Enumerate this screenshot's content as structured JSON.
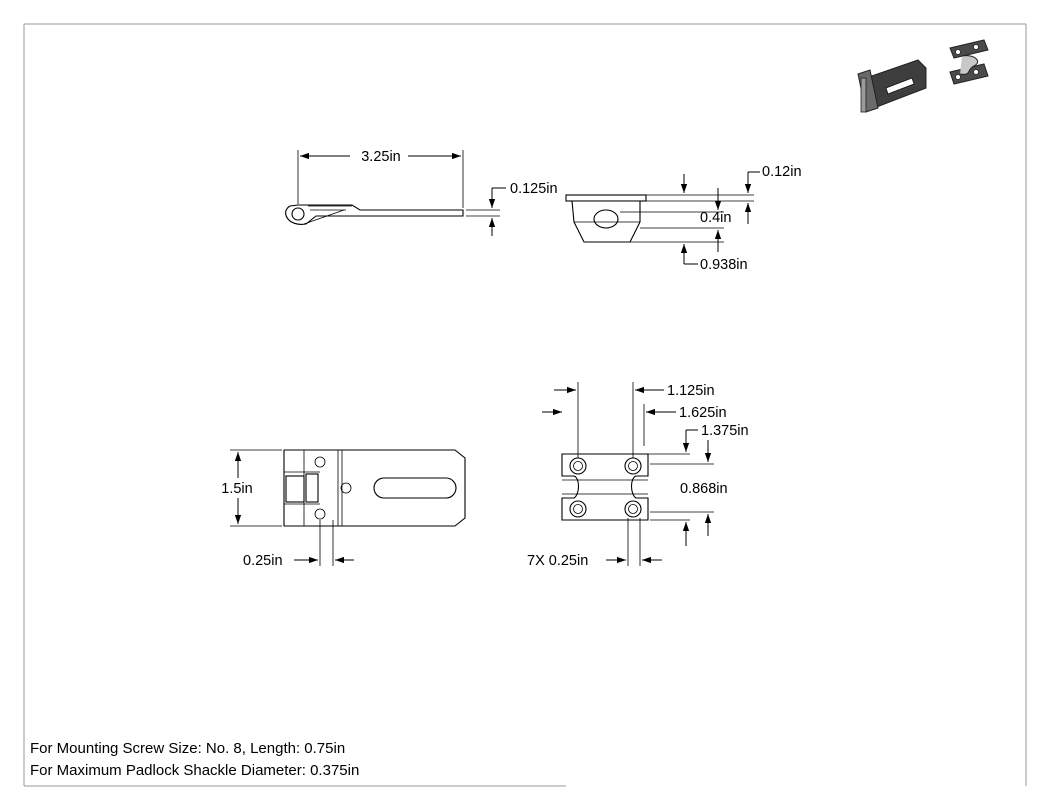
{
  "dimensions": {
    "overall_length": "3.25in",
    "plate_thickness": "0.125in",
    "staple_top": "0.12in",
    "staple_mid": "0.4in",
    "staple_depth": "0.938in",
    "hasp_width": "1.5in",
    "hole_dia": "0.25in",
    "staple_pitch_inner": "1.125in",
    "staple_pitch_outer": "1.625in",
    "staple_height": "1.375in",
    "staple_gap": "0.868in",
    "staple_holes": "7X 0.25in"
  },
  "notes": {
    "screw": "For Mounting Screw Size: No. 8, Length: 0.75in",
    "shackle": "For Maximum Padlock Shackle Diameter: 0.375in"
  },
  "colors": {
    "line": "#000000",
    "border": "#9a9a9a",
    "part_3d_dark": "#3a3a3a",
    "part_3d_light": "#8a8a8a"
  }
}
